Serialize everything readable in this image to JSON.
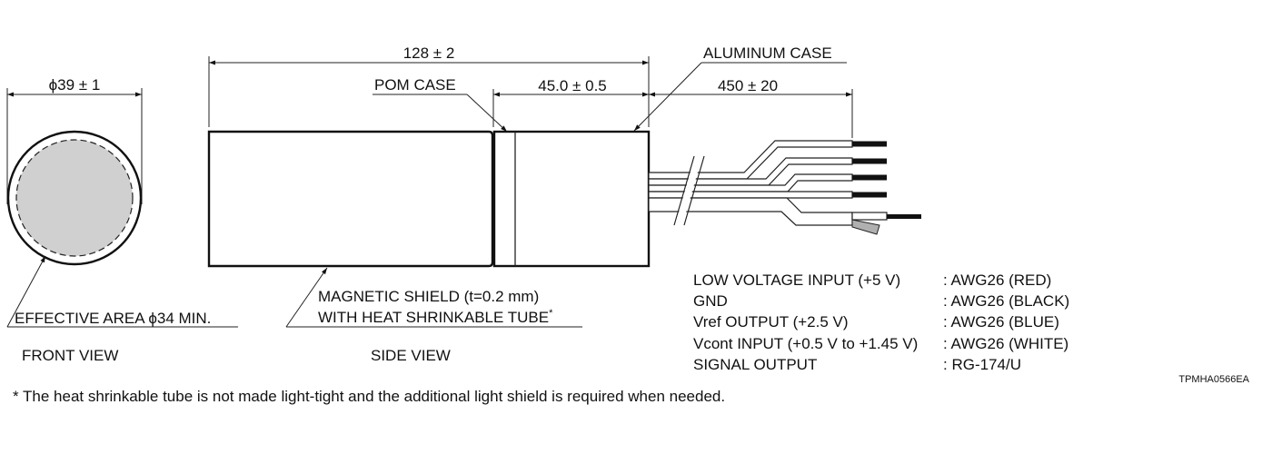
{
  "front_view": {
    "diameter_label": "ϕ39 ± 1",
    "effective_area_label": "EFFECTIVE AREA  ϕ34 MIN.",
    "view_label": "FRONT VIEW",
    "effective_area_fill": "#d0d0d0"
  },
  "side_view": {
    "total_length_label": "128 ± 2",
    "pom_case_label": "POM CASE",
    "aluminum_case_label": "ALUMINUM CASE",
    "aluminum_length_label": "45.0 ± 0.5",
    "cable_length_label": "450 ± 20",
    "shield_label_line1": "MAGNETIC SHIELD (t=0.2 mm)",
    "shield_label_line2": "WITH HEAT SHRINKABLE TUBE",
    "shield_label_mark": "*",
    "view_label": "SIDE VIEW"
  },
  "wiring": [
    {
      "signal": "LOW VOLTAGE INPUT (+5 V)",
      "wire": ": AWG26 (RED)"
    },
    {
      "signal": "GND",
      "wire": ": AWG26 (BLACK)"
    },
    {
      "signal": "Vref OUTPUT (+2.5 V)",
      "wire": ": AWG26 (BLUE)"
    },
    {
      "signal": "Vcont INPUT (+0.5 V to +1.45 V)",
      "wire": ": AWG26 (WHITE)"
    },
    {
      "signal": "SIGNAL OUTPUT",
      "wire": ": RG-174/U"
    }
  ],
  "drawing_code": "TPMHA0566EA",
  "footnote": "* The heat shrinkable tube is not made light-tight and the additional light shield is required when needed.",
  "colors": {
    "line": "#111111",
    "coax_shield": "#b0b0b0"
  }
}
